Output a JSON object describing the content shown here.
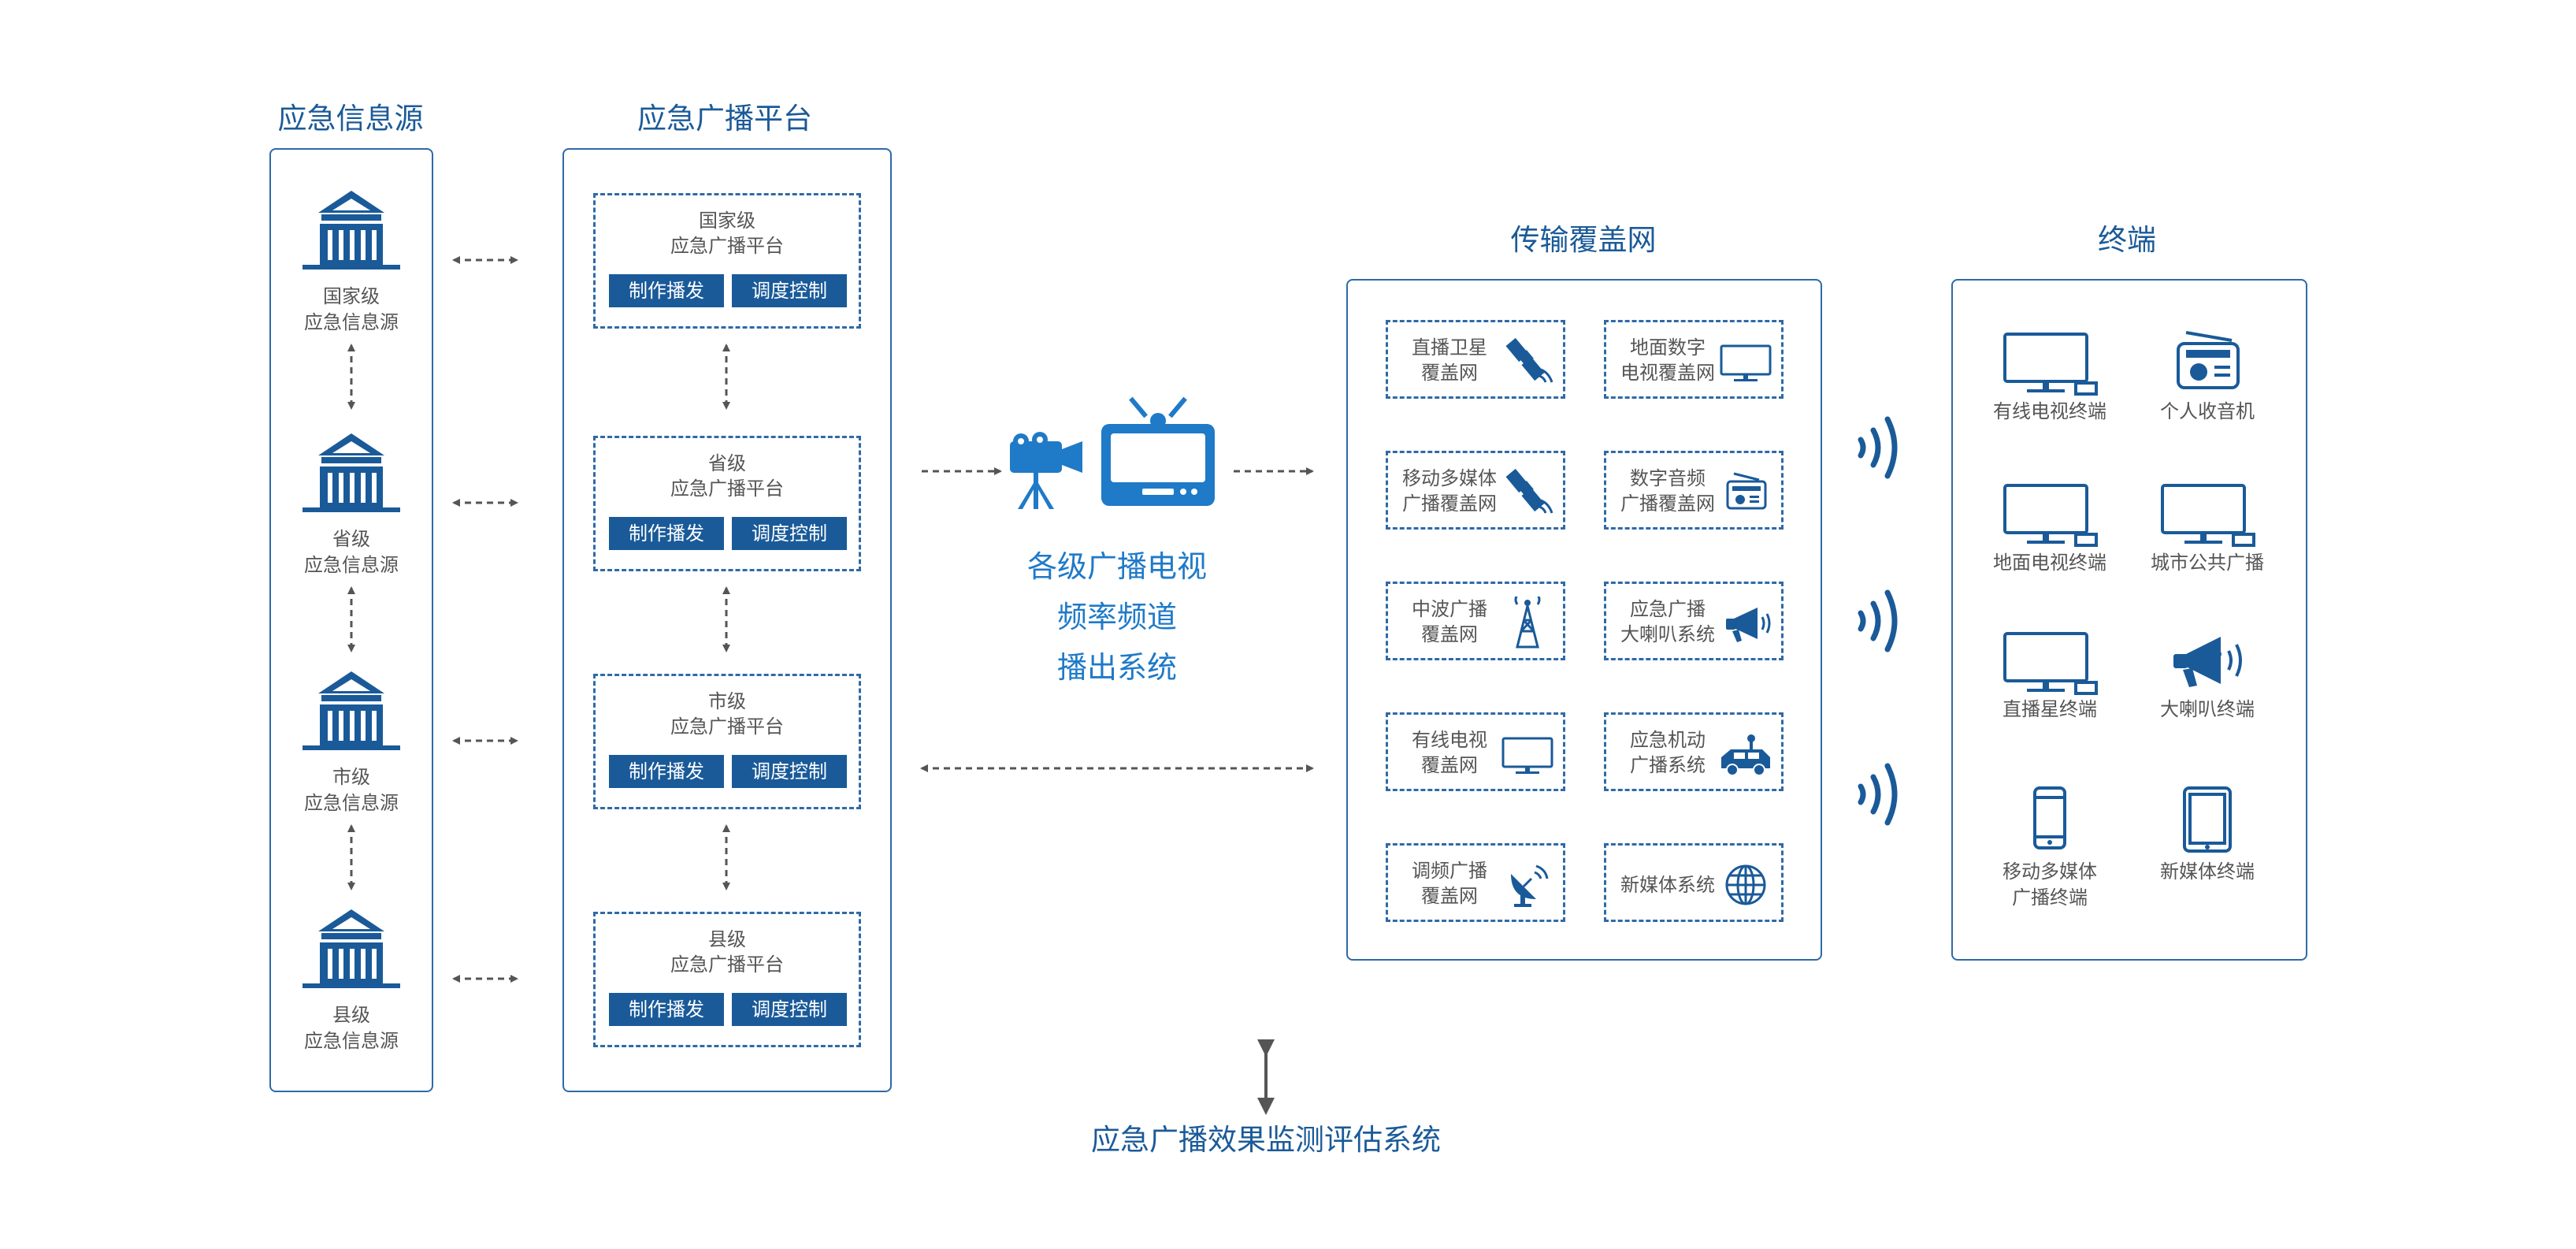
{
  "titles": {
    "sources": "应急信息源",
    "platform": "应急广播平台",
    "network": "传输覆盖网",
    "terminal": "终端",
    "monitor": "应急广播效果监测评估系统"
  },
  "sources": [
    {
      "line1": "国家级",
      "line2": "应急信息源"
    },
    {
      "line1": "省级",
      "line2": "应急信息源"
    },
    {
      "line1": "市级",
      "line2": "应急信息源"
    },
    {
      "line1": "县级",
      "line2": "应急信息源"
    }
  ],
  "platforms": [
    {
      "line1": "国家级",
      "line2": "应急广播平台",
      "btn1": "制作播发",
      "btn2": "调度控制"
    },
    {
      "line1": "省级",
      "line2": "应急广播平台",
      "btn1": "制作播发",
      "btn2": "调度控制"
    },
    {
      "line1": "市级",
      "line2": "应急广播平台",
      "btn1": "制作播发",
      "btn2": "调度控制"
    },
    {
      "line1": "县级",
      "line2": "应急广播平台",
      "btn1": "制作播发",
      "btn2": "调度控制"
    }
  ],
  "broadcast_system": {
    "line1": "各级广播电视",
    "line2": "频率频道",
    "line3": "播出系统"
  },
  "networks": [
    {
      "line1": "直播卫星",
      "line2": "覆盖网",
      "icon": "satellite-icon"
    },
    {
      "line1": "地面数字",
      "line2": "电视覆盖网",
      "icon": "tv-monitor-icon"
    },
    {
      "line1": "移动多媒体",
      "line2": "广播覆盖网",
      "icon": "satellite-icon"
    },
    {
      "line1": "数字音频",
      "line2": "广播覆盖网",
      "icon": "radio-icon"
    },
    {
      "line1": "中波广播",
      "line2": "覆盖网",
      "icon": "antenna-tower-icon"
    },
    {
      "line1": "应急广播",
      "line2": "大喇叭系统",
      "icon": "megaphone-icon"
    },
    {
      "line1": "有线电视",
      "line2": "覆盖网",
      "icon": "tv-monitor-icon"
    },
    {
      "line1": "应急机动",
      "line2": "广播系统",
      "icon": "broadcast-van-icon"
    },
    {
      "line1": "调频广播",
      "line2": "覆盖网",
      "icon": "satellite-dish-icon"
    },
    {
      "line1": "新媒体系统",
      "line2": "",
      "icon": "globe-icon"
    }
  ],
  "terminals": [
    {
      "line1": "有线电视终端",
      "line2": "",
      "icon": "tv-box-icon"
    },
    {
      "line1": "个人收音机",
      "line2": "",
      "icon": "radio-icon"
    },
    {
      "line1": "地面电视终端",
      "line2": "",
      "icon": "tv-box-icon"
    },
    {
      "line1": "城市公共广播",
      "line2": "",
      "icon": "tv-box-icon"
    },
    {
      "line1": "直播星终端",
      "line2": "",
      "icon": "tv-box-icon"
    },
    {
      "line1": "大喇叭终端",
      "line2": "",
      "icon": "megaphone-icon"
    },
    {
      "line1": "移动多媒体",
      "line2": "广播终端",
      "icon": "phone-icon"
    },
    {
      "line1": "新媒体终端",
      "line2": "",
      "icon": "tablet-icon"
    }
  ],
  "colors": {
    "primary": "#1a5a99",
    "title": "#1b5a98",
    "accent": "#1f7ac8",
    "text": "#555555"
  }
}
